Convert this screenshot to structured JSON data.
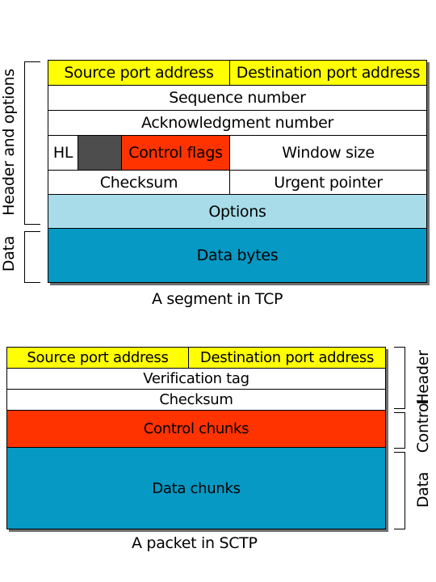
{
  "tcp": {
    "source_port": "Source port address",
    "dest_port": "Destination port address",
    "sequence": "Sequence number",
    "ack": "Acknowledgment number",
    "hl": "HL",
    "control_flags": "Control flags",
    "window_size": "Window size",
    "checksum": "Checksum",
    "urgent_pointer": "Urgent pointer",
    "options": "Options",
    "data_bytes": "Data bytes",
    "caption": "A segment in TCP",
    "label_header": "Header and options",
    "label_data": "Data"
  },
  "sctp": {
    "source_port": "Source port address",
    "dest_port": "Destination port address",
    "verification_tag": "Verification tag",
    "checksum": "Checksum",
    "control_chunks": "Control chunks",
    "data_chunks": "Data chunks",
    "caption": "A packet in SCTP",
    "label_header": "Header",
    "label_control": "Control",
    "label_data": "Data"
  },
  "colors": {
    "yellow": "#ffff00",
    "red": "#ff3300",
    "light_blue": "#a8dce9",
    "blue": "#0599c4",
    "dark_gray": "#4d4d4d"
  }
}
